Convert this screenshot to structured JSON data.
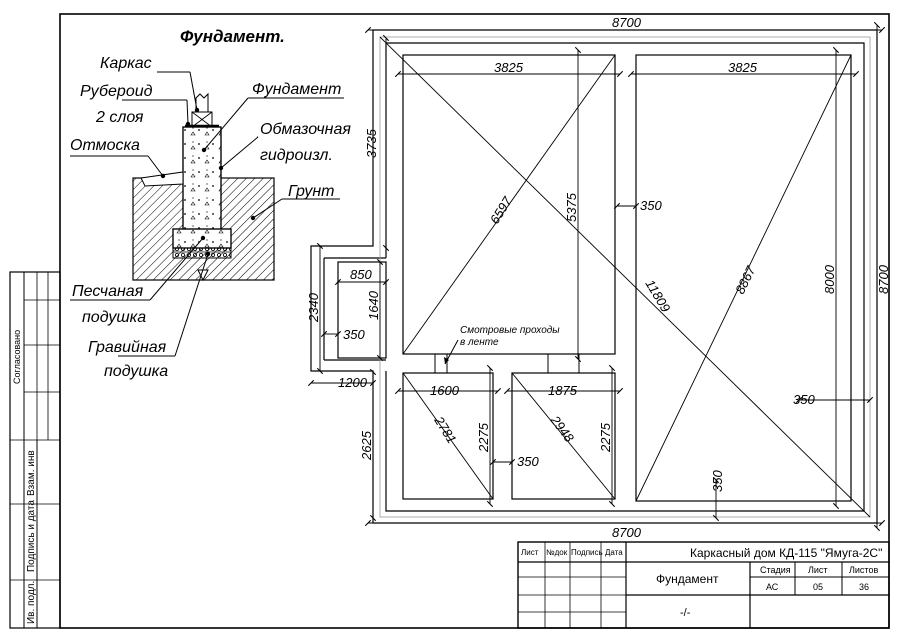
{
  "section": {
    "title": "Фундамент.",
    "labels": {
      "karkas": "Каркас",
      "ruberoid": "Рубероид",
      "ruberoid2": "2 слоя",
      "otmoska": "Отмоска",
      "fundament": "Фундамент",
      "obmaz1": "Обмазочная",
      "obmaz2": "гидроизл.",
      "grunt": "Грунт",
      "pesch1": "Песчаная",
      "pesch2": "подушка",
      "grav1": "Гравийная",
      "grav2": "подушка"
    }
  },
  "plan": {
    "dims": {
      "top_total": "8700",
      "bottom_total": "8700",
      "left_room_w": "3825",
      "right_room_w": "3825",
      "left_side_top": "3735",
      "right_side_total": "8700",
      "inner_8000": "8000",
      "inner_5375": "5375",
      "diag_6597": "6597",
      "diag_11809": "11809",
      "diag_8867": "8867",
      "wall_350_mid": "350",
      "wall_350_right": "350",
      "wall_350_bottom": "350",
      "wall_350_left": "350",
      "wall_350_small": "350",
      "porch_850": "850",
      "porch_1640": "1640",
      "porch_2340": "2340",
      "porch_1200": "1200",
      "room_1600": "1600",
      "room_1875": "1875",
      "diag_2781": "2781",
      "diag_2948": "2948",
      "h_2275a": "2275",
      "h_2275b": "2275",
      "left_2625": "2625"
    },
    "note_line1": "Смотровые проходы",
    "note_line2": "в ленте"
  },
  "side_stamp": {
    "soglasovano": "Согласовано",
    "vzam_inv": "Взам. инв",
    "podpis_data": "Подпись и дата",
    "inv_podl": "Ив. подл."
  },
  "title_block": {
    "headers": [
      "Лист",
      "№док",
      "Подпись",
      "Дата"
    ],
    "project": "Каркасный дом КД-115 \"Ямуга-2С\"",
    "sheet_name": "Фундамент",
    "stage_label": "Стадия",
    "sheet_label": "Лист",
    "sheets_label": "Листов",
    "stage": "АС",
    "sheet": "05",
    "sheets": "36",
    "dash": "-/-"
  }
}
